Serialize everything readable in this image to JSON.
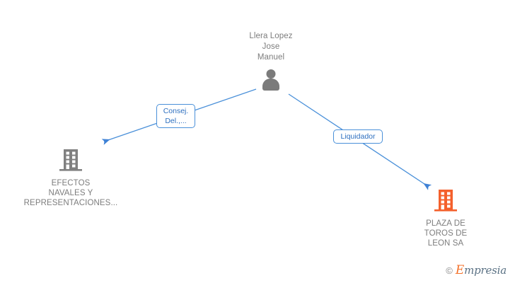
{
  "diagram": {
    "type": "relationship-graph",
    "background_color": "#ffffff",
    "nodes": [
      {
        "id": "person-llera-lopez",
        "kind": "person",
        "label": "Llera Lopez\nJose\nManuel",
        "icon": "person-icon",
        "color": "#7b7b7b",
        "text_color": "#7d7d7d"
      },
      {
        "id": "company-efectos-navales",
        "kind": "company",
        "label": "EFECTOS\nNAVALES Y\nREPRESENTACIONES...",
        "icon": "building-icon",
        "color": "#808080",
        "text_color": "#7d7d7d"
      },
      {
        "id": "company-plaza-toros-leon",
        "kind": "company",
        "label": "PLAZA DE\nTOROS DE\nLEON SA",
        "icon": "building-icon",
        "color": "#f4602c",
        "text_color": "#7d7d7d"
      }
    ],
    "edges": [
      {
        "id": "edge-consejero",
        "from": "person-llera-lopez",
        "to": "company-efectos-navales",
        "label": "Consej.\nDel.,...",
        "color": "#4a90d9",
        "border_color": "#4a90d9",
        "text_color": "#2d6fbf"
      },
      {
        "id": "edge-liquidador",
        "from": "person-llera-lopez",
        "to": "company-plaza-toros-leon",
        "label": "Liquidador",
        "color": "#4a90d9",
        "border_color": "#4a90d9",
        "text_color": "#2d6fbf"
      }
    ]
  },
  "watermark": {
    "copyright_symbol": "©",
    "brand_initial": "E",
    "brand_rest": "mpresia",
    "initial_color": "#f4722b",
    "rest_color": "#5a7184"
  }
}
